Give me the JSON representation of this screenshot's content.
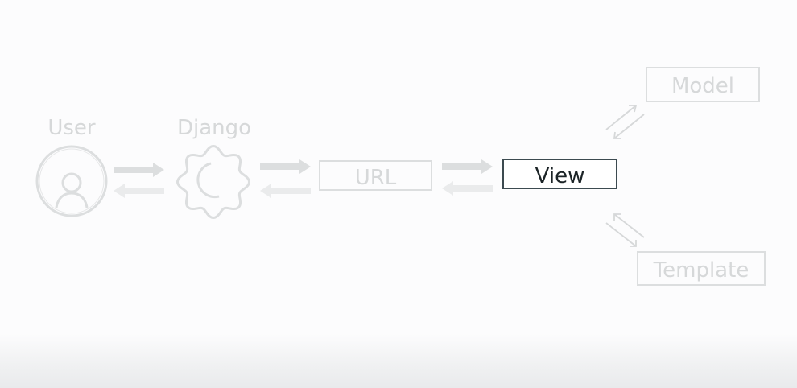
{
  "colors": {
    "faded": "#dcdedf",
    "faded_light": "#eaebec",
    "label_faded": "#d6d8d9",
    "highlight_border": "#3c4a50",
    "highlight_text": "#1b2326",
    "background": "#fcfcfd"
  },
  "nodes": {
    "user": {
      "label": "User",
      "icon": "user-icon"
    },
    "django": {
      "label": "Django",
      "icon": "gear-icon"
    },
    "url": {
      "label": "URL"
    },
    "view": {
      "label": "View",
      "highlighted": true
    },
    "model": {
      "label": "Model"
    },
    "template": {
      "label": "Template"
    }
  },
  "edges": [
    {
      "from": "user",
      "to": "django",
      "style": "bidirectional-block"
    },
    {
      "from": "django",
      "to": "url",
      "style": "bidirectional-block"
    },
    {
      "from": "url",
      "to": "view",
      "style": "bidirectional-block"
    },
    {
      "from": "view",
      "to": "model",
      "style": "bidirectional-thin"
    },
    {
      "from": "view",
      "to": "template",
      "style": "bidirectional-thin"
    }
  ]
}
